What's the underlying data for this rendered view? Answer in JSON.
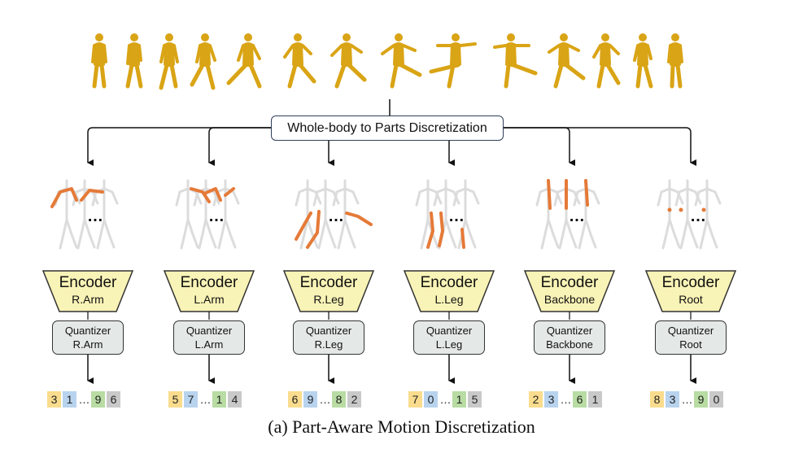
{
  "caption": "(a) Part-Aware Motion Discretization",
  "split_label": "Whole-body to Parts Discretization",
  "colors": {
    "figure": "#d9a415",
    "skeleton": "#dcdcdc",
    "highlight": "#e57a38",
    "encoder_fill": "#f8f3b6",
    "quantizer_fill": "#e4e9e7",
    "tok_yellow": "#f9dc8d",
    "tok_blue": "#b8d3ee",
    "tok_green": "#b8dca3",
    "tok_gray": "#c9c9c9"
  },
  "ellipsis": "…",
  "parts": [
    {
      "encoder_title": "Encoder",
      "encoder_sub": "R.Arm",
      "quantizer_title": "Quantizer",
      "quantizer_sub": "R.Arm",
      "tokens": [
        "3",
        "1",
        "9",
        "6"
      ]
    },
    {
      "encoder_title": "Encoder",
      "encoder_sub": "L.Arm",
      "quantizer_title": "Quantizer",
      "quantizer_sub": "L.Arm",
      "tokens": [
        "5",
        "7",
        "1",
        "4"
      ]
    },
    {
      "encoder_title": "Encoder",
      "encoder_sub": "R.Leg",
      "quantizer_title": "Quantizer",
      "quantizer_sub": "R.Leg",
      "tokens": [
        "6",
        "9",
        "8",
        "2"
      ]
    },
    {
      "encoder_title": "Encoder",
      "encoder_sub": "L.Leg",
      "quantizer_title": "Quantizer",
      "quantizer_sub": "L.Leg",
      "tokens": [
        "7",
        "0",
        "1",
        "5"
      ]
    },
    {
      "encoder_title": "Encoder",
      "encoder_sub": "Backbone",
      "quantizer_title": "Quantizer",
      "quantizer_sub": "Backbone",
      "tokens": [
        "2",
        "3",
        "6",
        "1"
      ]
    },
    {
      "encoder_title": "Encoder",
      "encoder_sub": "Root",
      "quantizer_title": "Quantizer",
      "quantizer_sub": "Root",
      "tokens": [
        "8",
        "3",
        "9",
        "0"
      ]
    }
  ]
}
